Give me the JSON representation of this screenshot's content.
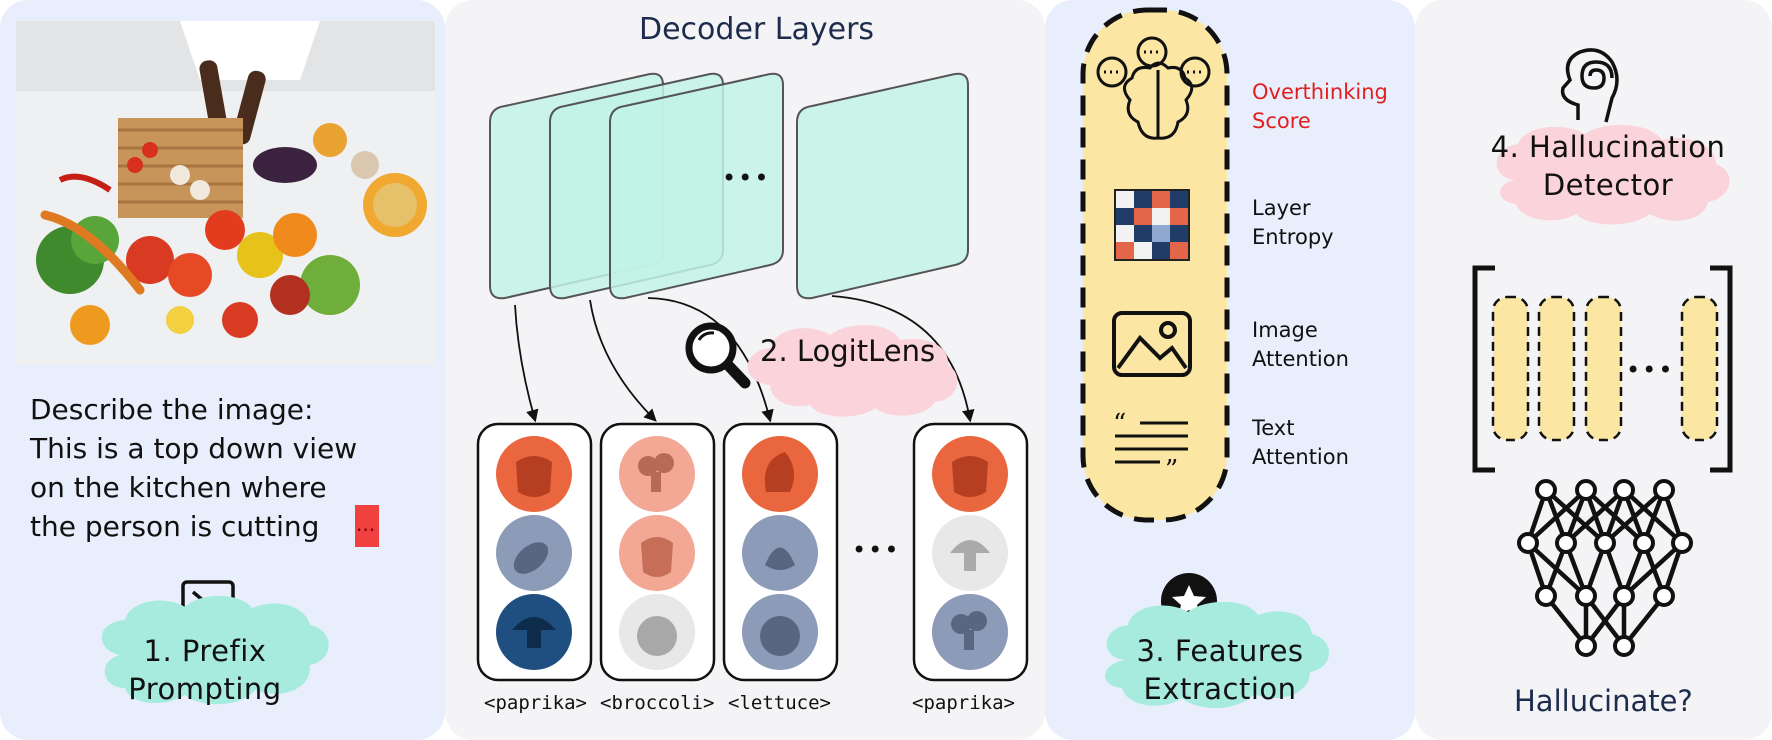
{
  "panel1": {
    "prompt_lines": [
      "Describe the image:",
      "This is a top down view",
      "on the kitchen where",
      "the person is cutting"
    ],
    "cursor_text": "...",
    "label_line1": "1. Prefix",
    "label_line2": "Prompting"
  },
  "panel2": {
    "title": "Decoder Layers",
    "logitlens_label": "2. LogitLens",
    "ellipsis": "•••",
    "tokens": [
      "<paprika>",
      "<broccoli>",
      "<lettuce>",
      "<paprika>"
    ]
  },
  "panel3": {
    "features": {
      "overthinking_line1": "Overthinking",
      "overthinking_line2": "Score",
      "entropy_line1": "Layer",
      "entropy_line2": "Entropy",
      "image_line1": "Image",
      "image_line2": "Attention",
      "text_line1": "Text",
      "text_line2": "Attention"
    },
    "label_line1": "3. Features",
    "label_line2": "Extraction"
  },
  "panel4": {
    "label_line1": "4. Hallucination",
    "label_line2": "Detector",
    "question": "Hallucinate?"
  },
  "colors": {
    "accent_red": "#e02020",
    "layer_fill": "#c2f2e6",
    "feature_bg": "#fbe6a4",
    "cloud_mint": "#a7ebdf",
    "cloud_pink": "#fbd3da",
    "token_dark_orange": "#e9663e",
    "token_light_orange": "#f2a894",
    "token_slate": "#8c9bb8",
    "token_navy": "#1e4f80",
    "token_gray": "#e8e8e8"
  }
}
